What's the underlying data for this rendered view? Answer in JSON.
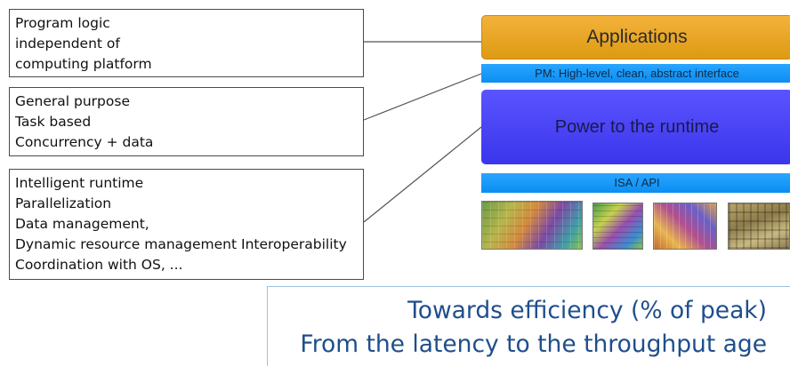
{
  "boxes": [
    {
      "lines": [
        "Program logic",
        "independent  of",
        "computing platform"
      ]
    },
    {
      "lines": [
        "General purpose",
        "Task based",
        "Concurrency + data"
      ]
    },
    {
      "lines": [
        "Intelligent runtime",
        "Parallelization",
        "Data management,",
        "Dynamic resource management  Interoperability",
        "Coordination with OS, ..."
      ]
    }
  ],
  "stack": {
    "applications": "Applications",
    "pm_interface": "PM: High-level, clean, abstract interface",
    "runtime": "Power to the runtime",
    "isa_api": "ISA / API"
  },
  "colors": {
    "applications": "#e8a422",
    "interface_bar": "#1a9bff",
    "runtime": "#4a44f5",
    "efficiency_text": "#1f4e8c"
  },
  "efficiency": {
    "line1": "Towards efficiency (% of peak)",
    "line2": "From the latency to the throughput age"
  }
}
